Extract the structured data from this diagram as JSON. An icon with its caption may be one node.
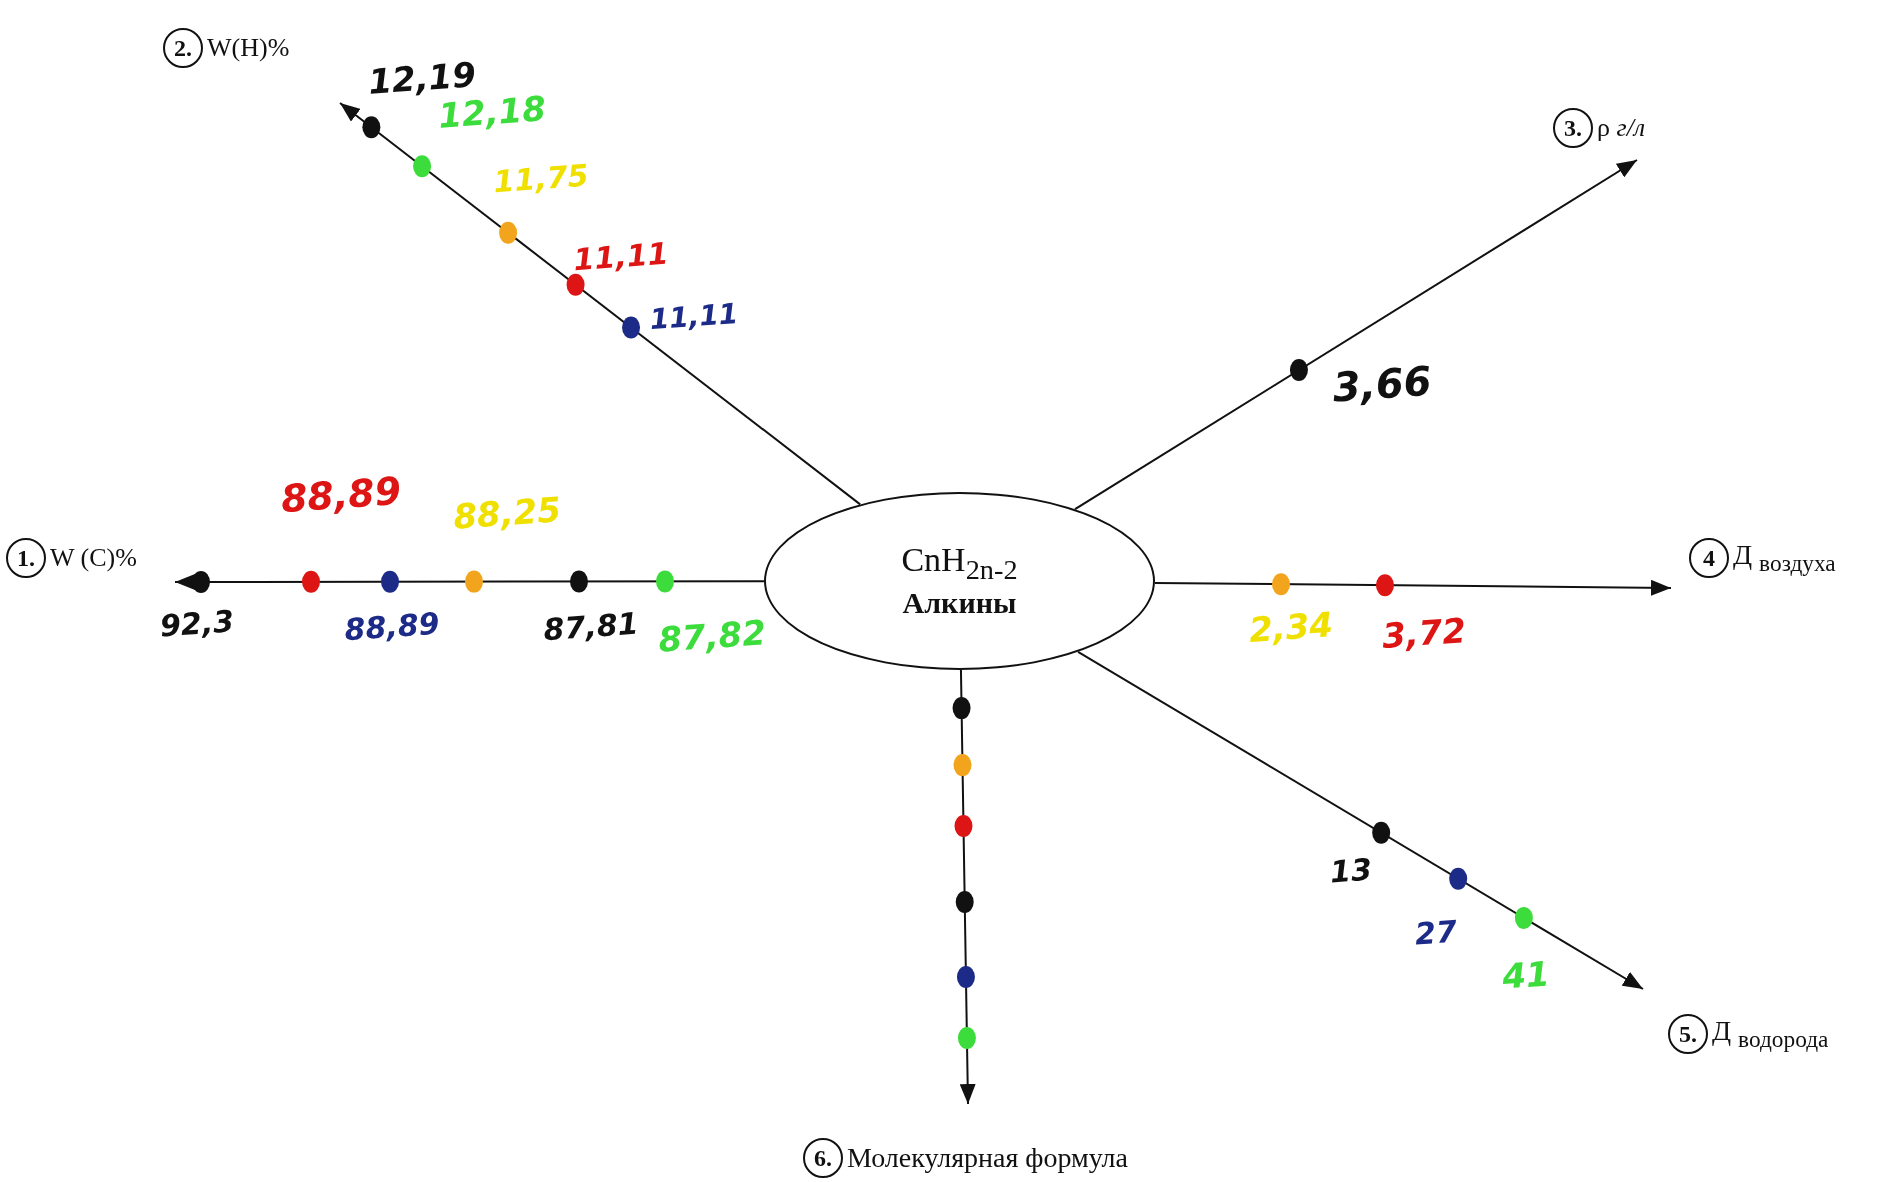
{
  "diagram": {
    "nodes": [
      {
        "text": [
          "CnH$_{2n-2}$",
          "Алкины"
        ]
      },
      {
        "text": [
          "1.",
          "W (C)%"
        ]
      },
      {
        "text": [
          "2.",
          "W(H)%"
        ]
      },
      {
        "text": [
          "3.",
          "ρ *г/л*"
        ]
      },
      {
        "text": [
          "4",
          "Д $_{воздуха}$"
        ]
      },
      {
        "text": [
          "5.",
          "Д $_{водорода}$"
        ]
      },
      {
        "text": [
          "6.",
          "Молекулярная формула"
        ]
      }
    ],
    "edges": [
      {
        "from": 0,
        "to": 1,
        "arrow": "to"
      },
      {
        "from": 0,
        "to": 2,
        "arrow": "to"
      },
      {
        "from": 0,
        "to": 3,
        "arrow": "to"
      },
      {
        "from": 0,
        "to": 4,
        "arrow": "to"
      },
      {
        "from": 0,
        "to": 5,
        "arrow": "to"
      },
      {
        "from": 0,
        "to": 6,
        "arrow": "to"
      }
    ],
    "labels": [
      "12,19",
      "12,18",
      "11,75",
      "11,11",
      "11,11",
      "3,66",
      "88,89",
      "88,25",
      "92,3",
      "88,89",
      "87,81",
      "87,82",
      "2,34",
      "3,72",
      "13",
      "27",
      "41"
    ]
  }
}
